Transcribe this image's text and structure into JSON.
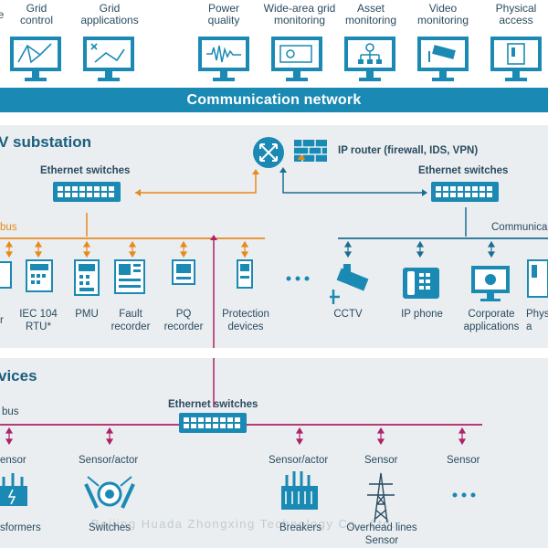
{
  "top_apps": [
    {
      "label": "e"
    },
    {
      "label": "Grid\ncontrol"
    },
    {
      "label": "Grid\napplications"
    },
    {
      "label": "Power\nquality"
    },
    {
      "label": "Wide-area grid\nmonitoring"
    },
    {
      "label": "Asset\nmonitoring"
    },
    {
      "label": "Video\nmonitoring"
    },
    {
      "label": "Physical\naccess"
    }
  ],
  "comm_network": "Communication network",
  "substation": {
    "title": "V substation",
    "ethernet_left": "Ethernet switches",
    "ethernet_right": "Ethernet switches",
    "router": "IP router (firewall, IDS, VPN)",
    "bus_left": "bus",
    "comm_right": "Communica",
    "devices": [
      {
        "label": "r"
      },
      {
        "label": "IEC 104\nRTU*"
      },
      {
        "label": "PMU"
      },
      {
        "label": "Fault\nrecorder"
      },
      {
        "label": "PQ\nrecorder"
      },
      {
        "label": "Protection\ndevices"
      },
      {
        "label": "CCTV"
      },
      {
        "label": "IP phone"
      },
      {
        "label": "Corporate\napplications"
      },
      {
        "label": "Physi\na"
      }
    ],
    "ellipsis": "• • •"
  },
  "field": {
    "title": "vices",
    "bus": "bus",
    "ethernet": "Ethernet switches",
    "sensors": [
      {
        "top": "ensor",
        "bottom": "sformers"
      },
      {
        "top": "Sensor/actor",
        "bottom": "Switches"
      },
      {
        "top": "Sensor/actor",
        "bottom": "Breakers"
      },
      {
        "top": "Sensor",
        "bottom": "Overhead lines\nSensor"
      },
      {
        "top": "Sensor",
        "bottom": ""
      }
    ],
    "ellipsis": "• • •"
  },
  "watermark": "Beijing Huada Zhongxing Technology Co., Ltd.",
  "colors": {
    "accent": "#1a8ab4",
    "orange": "#e8891e",
    "magenta": "#b0216a",
    "panel": "#eaeef0",
    "text": "#2a4b60"
  }
}
